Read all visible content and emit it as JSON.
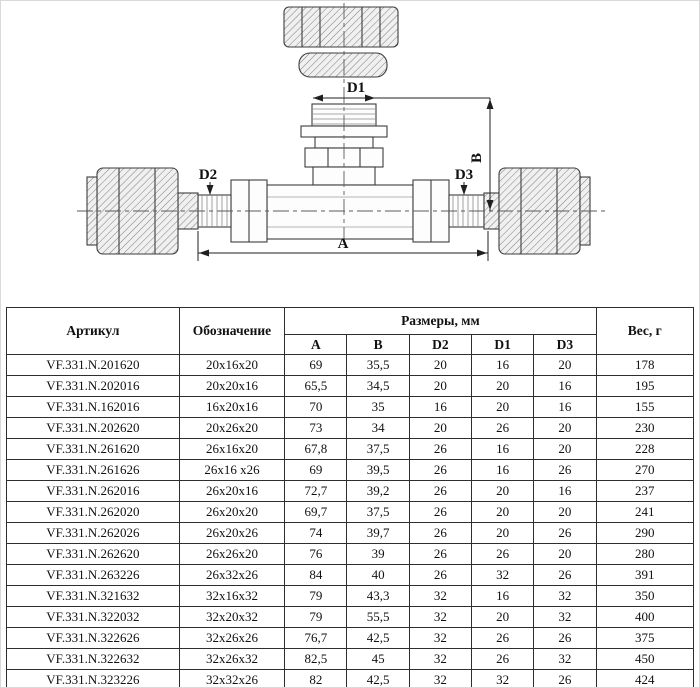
{
  "diagram": {
    "dim_labels": {
      "d1": "D1",
      "d2": "D2",
      "d3": "D3",
      "a": "A",
      "b": "B"
    }
  },
  "table": {
    "col_article": "Артикул",
    "col_designation": "Обозначение",
    "col_dimensions": "Размеры, мм",
    "col_weight": "Вес, г",
    "dim_subcols": [
      "A",
      "B",
      "D2",
      "D1",
      "D3"
    ],
    "rows": [
      [
        "VF.331.N.201620",
        "20x16x20",
        "69",
        "35,5",
        "20",
        "16",
        "20",
        "178"
      ],
      [
        "VF.331.N.202016",
        "20x20x16",
        "65,5",
        "34,5",
        "20",
        "20",
        "16",
        "195"
      ],
      [
        "VF.331.N.162016",
        "16x20x16",
        "70",
        "35",
        "16",
        "20",
        "16",
        "155"
      ],
      [
        "VF.331.N.202620",
        "20x26x20",
        "73",
        "34",
        "20",
        "26",
        "20",
        "230"
      ],
      [
        "VF.331.N.261620",
        "26x16x20",
        "67,8",
        "37,5",
        "26",
        "16",
        "20",
        "228"
      ],
      [
        "VF.331.N.261626",
        "26x16 x26",
        "69",
        "39,5",
        "26",
        "16",
        "26",
        "270"
      ],
      [
        "VF.331.N.262016",
        "26x20x16",
        "72,7",
        "39,2",
        "26",
        "20",
        "16",
        "237"
      ],
      [
        "VF.331.N.262020",
        "26x20x20",
        "69,7",
        "37,5",
        "26",
        "20",
        "20",
        "241"
      ],
      [
        "VF.331.N.262026",
        "26x20x26",
        "74",
        "39,7",
        "26",
        "20",
        "26",
        "290"
      ],
      [
        "VF.331.N.262620",
        "26x26x20",
        "76",
        "39",
        "26",
        "26",
        "20",
        "280"
      ],
      [
        "VF.331.N.263226",
        "26x32x26",
        "84",
        "40",
        "26",
        "32",
        "26",
        "391"
      ],
      [
        "VF.331.N.321632",
        "32x16x32",
        "79",
        "43,3",
        "32",
        "16",
        "32",
        "350"
      ],
      [
        "VF.331.N.322032",
        "32x20x32",
        "79",
        "55,5",
        "32",
        "20",
        "32",
        "400"
      ],
      [
        "VF.331.N.322626",
        "32x26x26",
        "76,7",
        "42,5",
        "32",
        "26",
        "26",
        "375"
      ],
      [
        "VF.331.N.322632",
        "32x26x32",
        "82,5",
        "45",
        "32",
        "26",
        "32",
        "450"
      ],
      [
        "VF.331.N.323226",
        "32x32x26",
        "82",
        "42,5",
        "32",
        "32",
        "26",
        "424"
      ]
    ]
  }
}
